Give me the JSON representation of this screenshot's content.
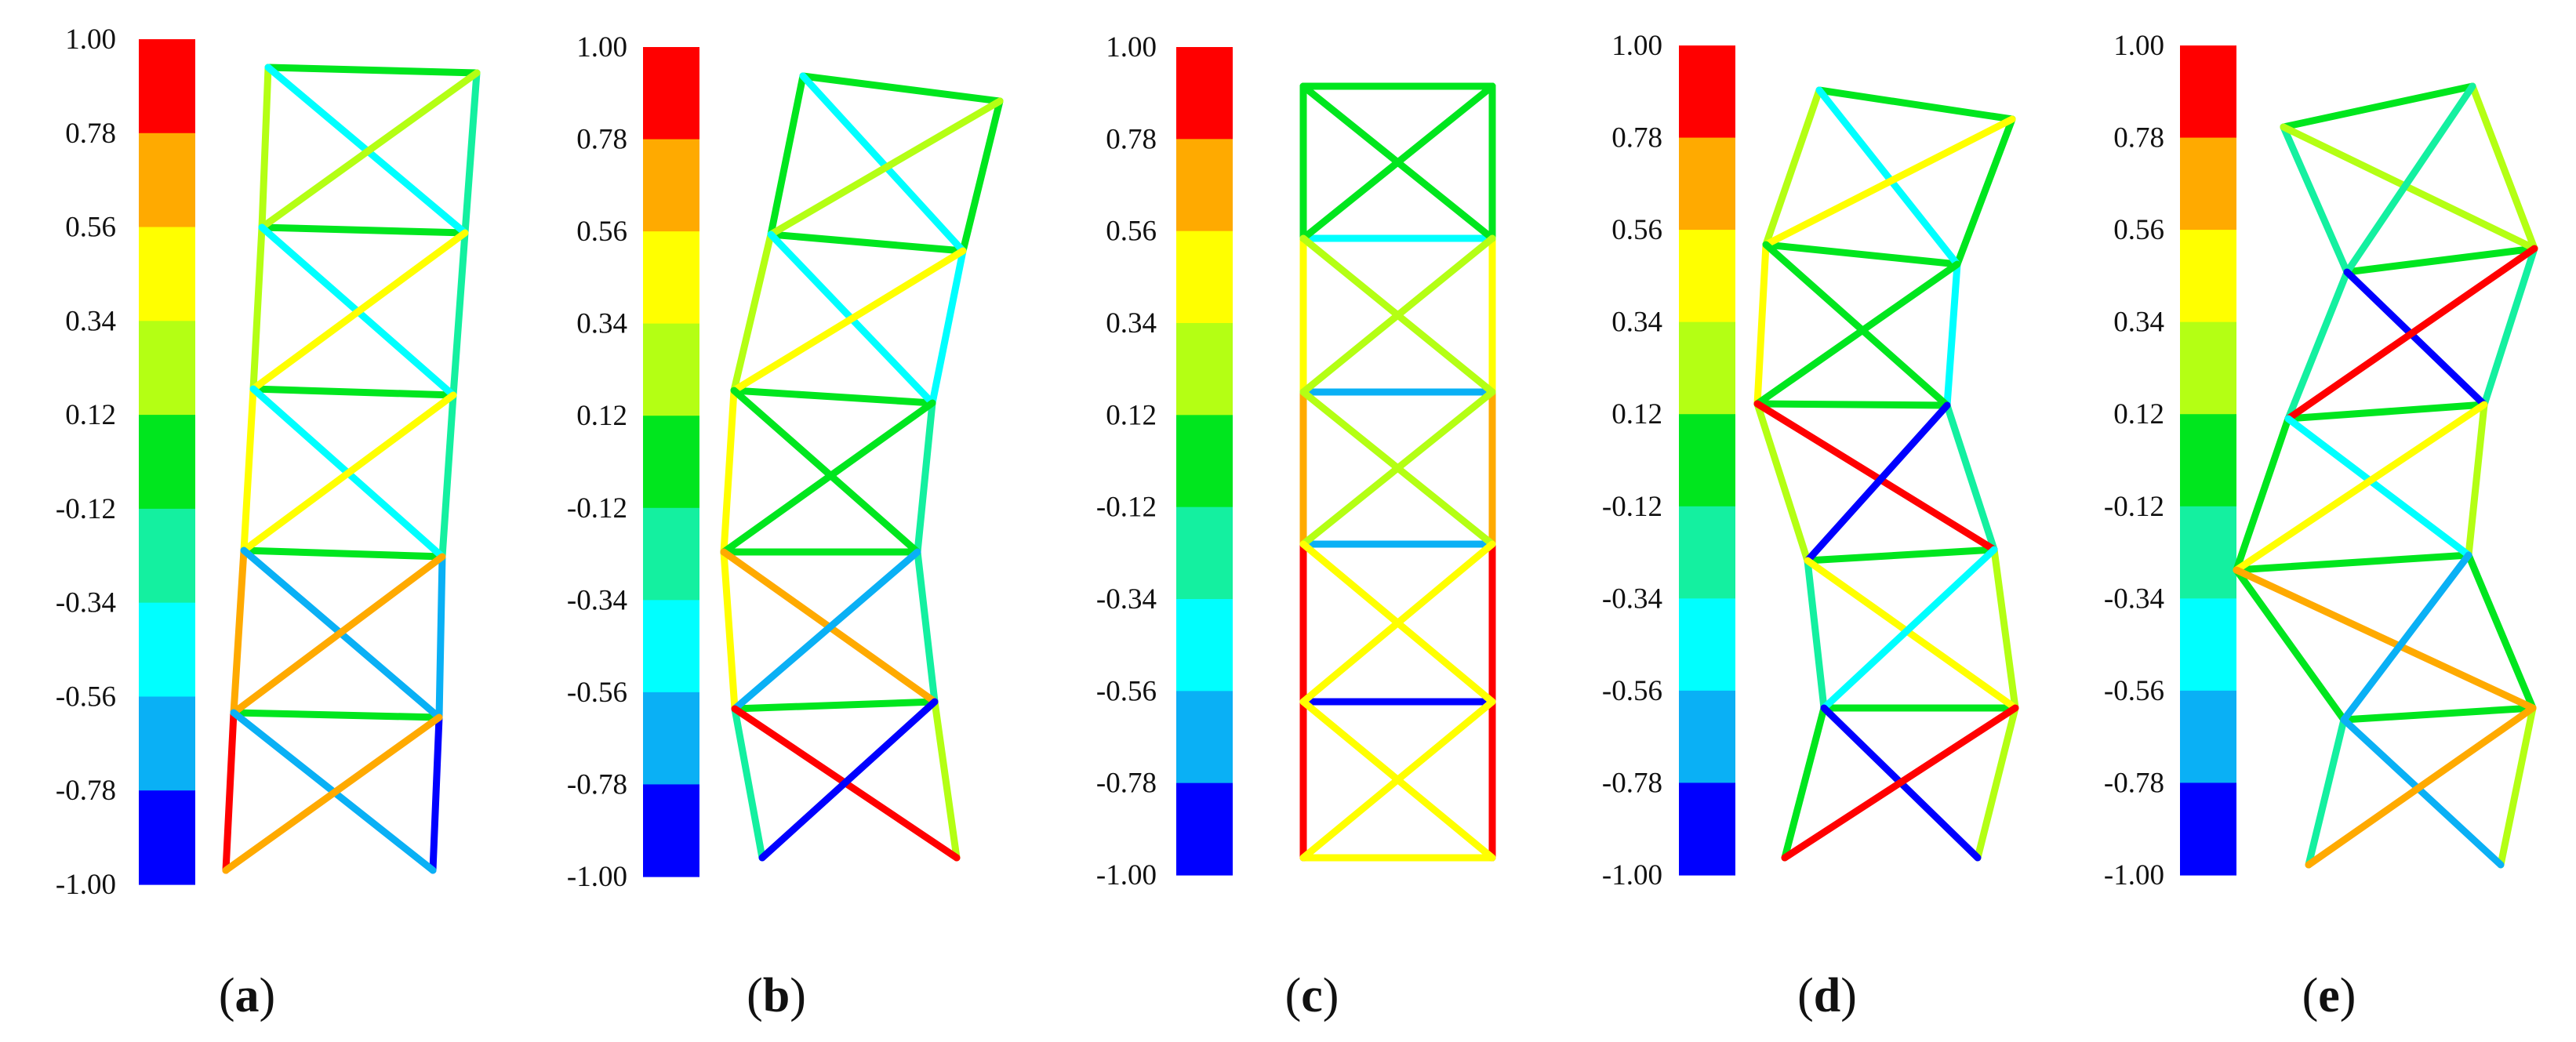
{
  "figure": {
    "colorbar": {
      "tick_labels": [
        "1.00",
        "0.78",
        "0.56",
        "0.34",
        "0.12",
        "-0.12",
        "-0.34",
        "-0.56",
        "-0.78",
        "-1.00"
      ],
      "band_colors": [
        "#ff0000",
        "#ffaa00",
        "#ffff00",
        "#b4ff14",
        "#00e61e",
        "#14f0a0",
        "#00ffff",
        "#0ab0f5",
        "#0000ff"
      ],
      "band_color_names": [
        "red",
        "orange",
        "yellow",
        "yellow-green",
        "green",
        "teal",
        "cyan",
        "sky-blue",
        "blue"
      ]
    },
    "panels": [
      {
        "label": "a",
        "members": [
          {
            "type": "chord",
            "color": "#00e61e"
          },
          {
            "type": "chord",
            "color": "#00e61e"
          },
          {
            "type": "chord",
            "color": "#00e61e"
          },
          {
            "type": "chord",
            "color": "#00e61e"
          },
          {
            "type": "chord",
            "color": "#00e61e"
          },
          {
            "type": "left",
            "color": "#b4ff14"
          },
          {
            "type": "left",
            "color": "#b4ff14"
          },
          {
            "type": "left",
            "color": "#ffff00"
          },
          {
            "type": "left",
            "color": "#ffaa00"
          },
          {
            "type": "left",
            "color": "#ff0000"
          },
          {
            "type": "right",
            "color": "#14f0a0"
          },
          {
            "type": "right",
            "color": "#14f0a0"
          },
          {
            "type": "right",
            "color": "#14f0a0"
          },
          {
            "type": "right",
            "color": "#0ab0f5"
          },
          {
            "type": "right",
            "color": "#0000ff"
          },
          {
            "type": "diag",
            "color": "#00ffff"
          },
          {
            "type": "diag",
            "color": "#b4ff14"
          },
          {
            "type": "diag",
            "color": "#00ffff"
          },
          {
            "type": "diag",
            "color": "#ffff00"
          },
          {
            "type": "diag",
            "color": "#00ffff"
          },
          {
            "type": "diag",
            "color": "#ffff00"
          },
          {
            "type": "diag",
            "color": "#0ab0f5"
          },
          {
            "type": "diag",
            "color": "#ffaa00"
          },
          {
            "type": "diag",
            "color": "#0ab0f5"
          },
          {
            "type": "diag",
            "color": "#ffaa00"
          }
        ]
      },
      {
        "label": "b",
        "members": [
          {
            "type": "chord",
            "color": "#00e61e"
          },
          {
            "type": "chord",
            "color": "#00e61e"
          },
          {
            "type": "chord",
            "color": "#00e61e"
          },
          {
            "type": "chord",
            "color": "#00e61e"
          },
          {
            "type": "chord",
            "color": "#00e61e"
          },
          {
            "type": "left",
            "color": "#00e61e"
          },
          {
            "type": "left",
            "color": "#b4ff14"
          },
          {
            "type": "left",
            "color": "#ffff00"
          },
          {
            "type": "left",
            "color": "#ffff00"
          },
          {
            "type": "left",
            "color": "#14f0a0"
          },
          {
            "type": "right",
            "color": "#00e61e"
          },
          {
            "type": "right",
            "color": "#00ffff"
          },
          {
            "type": "right",
            "color": "#14f0a0"
          },
          {
            "type": "right",
            "color": "#14f0a0"
          },
          {
            "type": "right",
            "color": "#b4ff14"
          },
          {
            "type": "diag",
            "color": "#00ffff"
          },
          {
            "type": "diag",
            "color": "#b4ff14"
          },
          {
            "type": "diag",
            "color": "#00ffff"
          },
          {
            "type": "diag",
            "color": "#ffff00"
          },
          {
            "type": "diag",
            "color": "#00e61e"
          },
          {
            "type": "diag",
            "color": "#00e61e"
          },
          {
            "type": "diag",
            "color": "#ffaa00"
          },
          {
            "type": "diag",
            "color": "#0ab0f5"
          },
          {
            "type": "diag",
            "color": "#ff0000"
          },
          {
            "type": "diag",
            "color": "#0000ff"
          }
        ]
      },
      {
        "label": "c",
        "members": [
          {
            "type": "chord",
            "color": "#00e61e"
          },
          {
            "type": "chord",
            "color": "#00ffff"
          },
          {
            "type": "chord",
            "color": "#0ab0f5"
          },
          {
            "type": "chord",
            "color": "#0ab0f5"
          },
          {
            "type": "chord",
            "color": "#0000ff"
          },
          {
            "type": "chord",
            "color": "#ffff00"
          },
          {
            "type": "left",
            "color": "#00e61e"
          },
          {
            "type": "left",
            "color": "#ffff00"
          },
          {
            "type": "left",
            "color": "#ffaa00"
          },
          {
            "type": "left",
            "color": "#ff0000"
          },
          {
            "type": "left",
            "color": "#ff0000"
          },
          {
            "type": "right",
            "color": "#00e61e"
          },
          {
            "type": "right",
            "color": "#ffff00"
          },
          {
            "type": "right",
            "color": "#ffaa00"
          },
          {
            "type": "right",
            "color": "#ff0000"
          },
          {
            "type": "right",
            "color": "#ff0000"
          },
          {
            "type": "diag",
            "color": "#00e61e"
          },
          {
            "type": "diag",
            "color": "#00e61e"
          },
          {
            "type": "diag",
            "color": "#b4ff14"
          },
          {
            "type": "diag",
            "color": "#b4ff14"
          },
          {
            "type": "diag",
            "color": "#b4ff14"
          },
          {
            "type": "diag",
            "color": "#b4ff14"
          },
          {
            "type": "diag",
            "color": "#ffff00"
          },
          {
            "type": "diag",
            "color": "#ffff00"
          },
          {
            "type": "diag",
            "color": "#ffff00"
          },
          {
            "type": "diag",
            "color": "#ffff00"
          }
        ]
      },
      {
        "label": "d",
        "members": [
          {
            "type": "chord",
            "color": "#00e61e"
          },
          {
            "type": "chord",
            "color": "#00e61e"
          },
          {
            "type": "chord",
            "color": "#00e61e"
          },
          {
            "type": "chord",
            "color": "#00e61e"
          },
          {
            "type": "chord",
            "color": "#00e61e"
          },
          {
            "type": "left",
            "color": "#b4ff14"
          },
          {
            "type": "left",
            "color": "#ffff00"
          },
          {
            "type": "left",
            "color": "#b4ff14"
          },
          {
            "type": "left",
            "color": "#14f0a0"
          },
          {
            "type": "left",
            "color": "#00e61e"
          },
          {
            "type": "right",
            "color": "#00e61e"
          },
          {
            "type": "right",
            "color": "#00ffff"
          },
          {
            "type": "right",
            "color": "#14f0a0"
          },
          {
            "type": "right",
            "color": "#b4ff14"
          },
          {
            "type": "right",
            "color": "#b4ff14"
          },
          {
            "type": "diag",
            "color": "#00ffff"
          },
          {
            "type": "diag",
            "color": "#ffff00"
          },
          {
            "type": "diag",
            "color": "#00e61e"
          },
          {
            "type": "diag",
            "color": "#00e61e"
          },
          {
            "type": "diag",
            "color": "#ff0000"
          },
          {
            "type": "diag",
            "color": "#0000ff"
          },
          {
            "type": "diag",
            "color": "#ffff00"
          },
          {
            "type": "diag",
            "color": "#00ffff"
          },
          {
            "type": "diag",
            "color": "#0000ff"
          },
          {
            "type": "diag",
            "color": "#ff0000"
          }
        ]
      },
      {
        "label": "e",
        "members": [
          {
            "type": "chord",
            "color": "#00e61e"
          },
          {
            "type": "chord",
            "color": "#00e61e"
          },
          {
            "type": "chord",
            "color": "#00e61e"
          },
          {
            "type": "chord",
            "color": "#00e61e"
          },
          {
            "type": "chord",
            "color": "#00e61e"
          },
          {
            "type": "left",
            "color": "#14f0a0"
          },
          {
            "type": "left",
            "color": "#14f0a0"
          },
          {
            "type": "left",
            "color": "#00e61e"
          },
          {
            "type": "left",
            "color": "#00e61e"
          },
          {
            "type": "left",
            "color": "#14f0a0"
          },
          {
            "type": "right",
            "color": "#b4ff14"
          },
          {
            "type": "right",
            "color": "#14f0a0"
          },
          {
            "type": "right",
            "color": "#b4ff14"
          },
          {
            "type": "right",
            "color": "#00e61e"
          },
          {
            "type": "right",
            "color": "#b4ff14"
          },
          {
            "type": "diag",
            "color": "#b4ff14"
          },
          {
            "type": "diag",
            "color": "#14f0a0"
          },
          {
            "type": "diag",
            "color": "#0000ff"
          },
          {
            "type": "diag",
            "color": "#ff0000"
          },
          {
            "type": "diag",
            "color": "#00ffff"
          },
          {
            "type": "diag",
            "color": "#ffff00"
          },
          {
            "type": "diag",
            "color": "#ffaa00"
          },
          {
            "type": "diag",
            "color": "#0ab0f5"
          },
          {
            "type": "diag",
            "color": "#0ab0f5"
          },
          {
            "type": "diag",
            "color": "#ffaa00"
          }
        ]
      }
    ]
  }
}
